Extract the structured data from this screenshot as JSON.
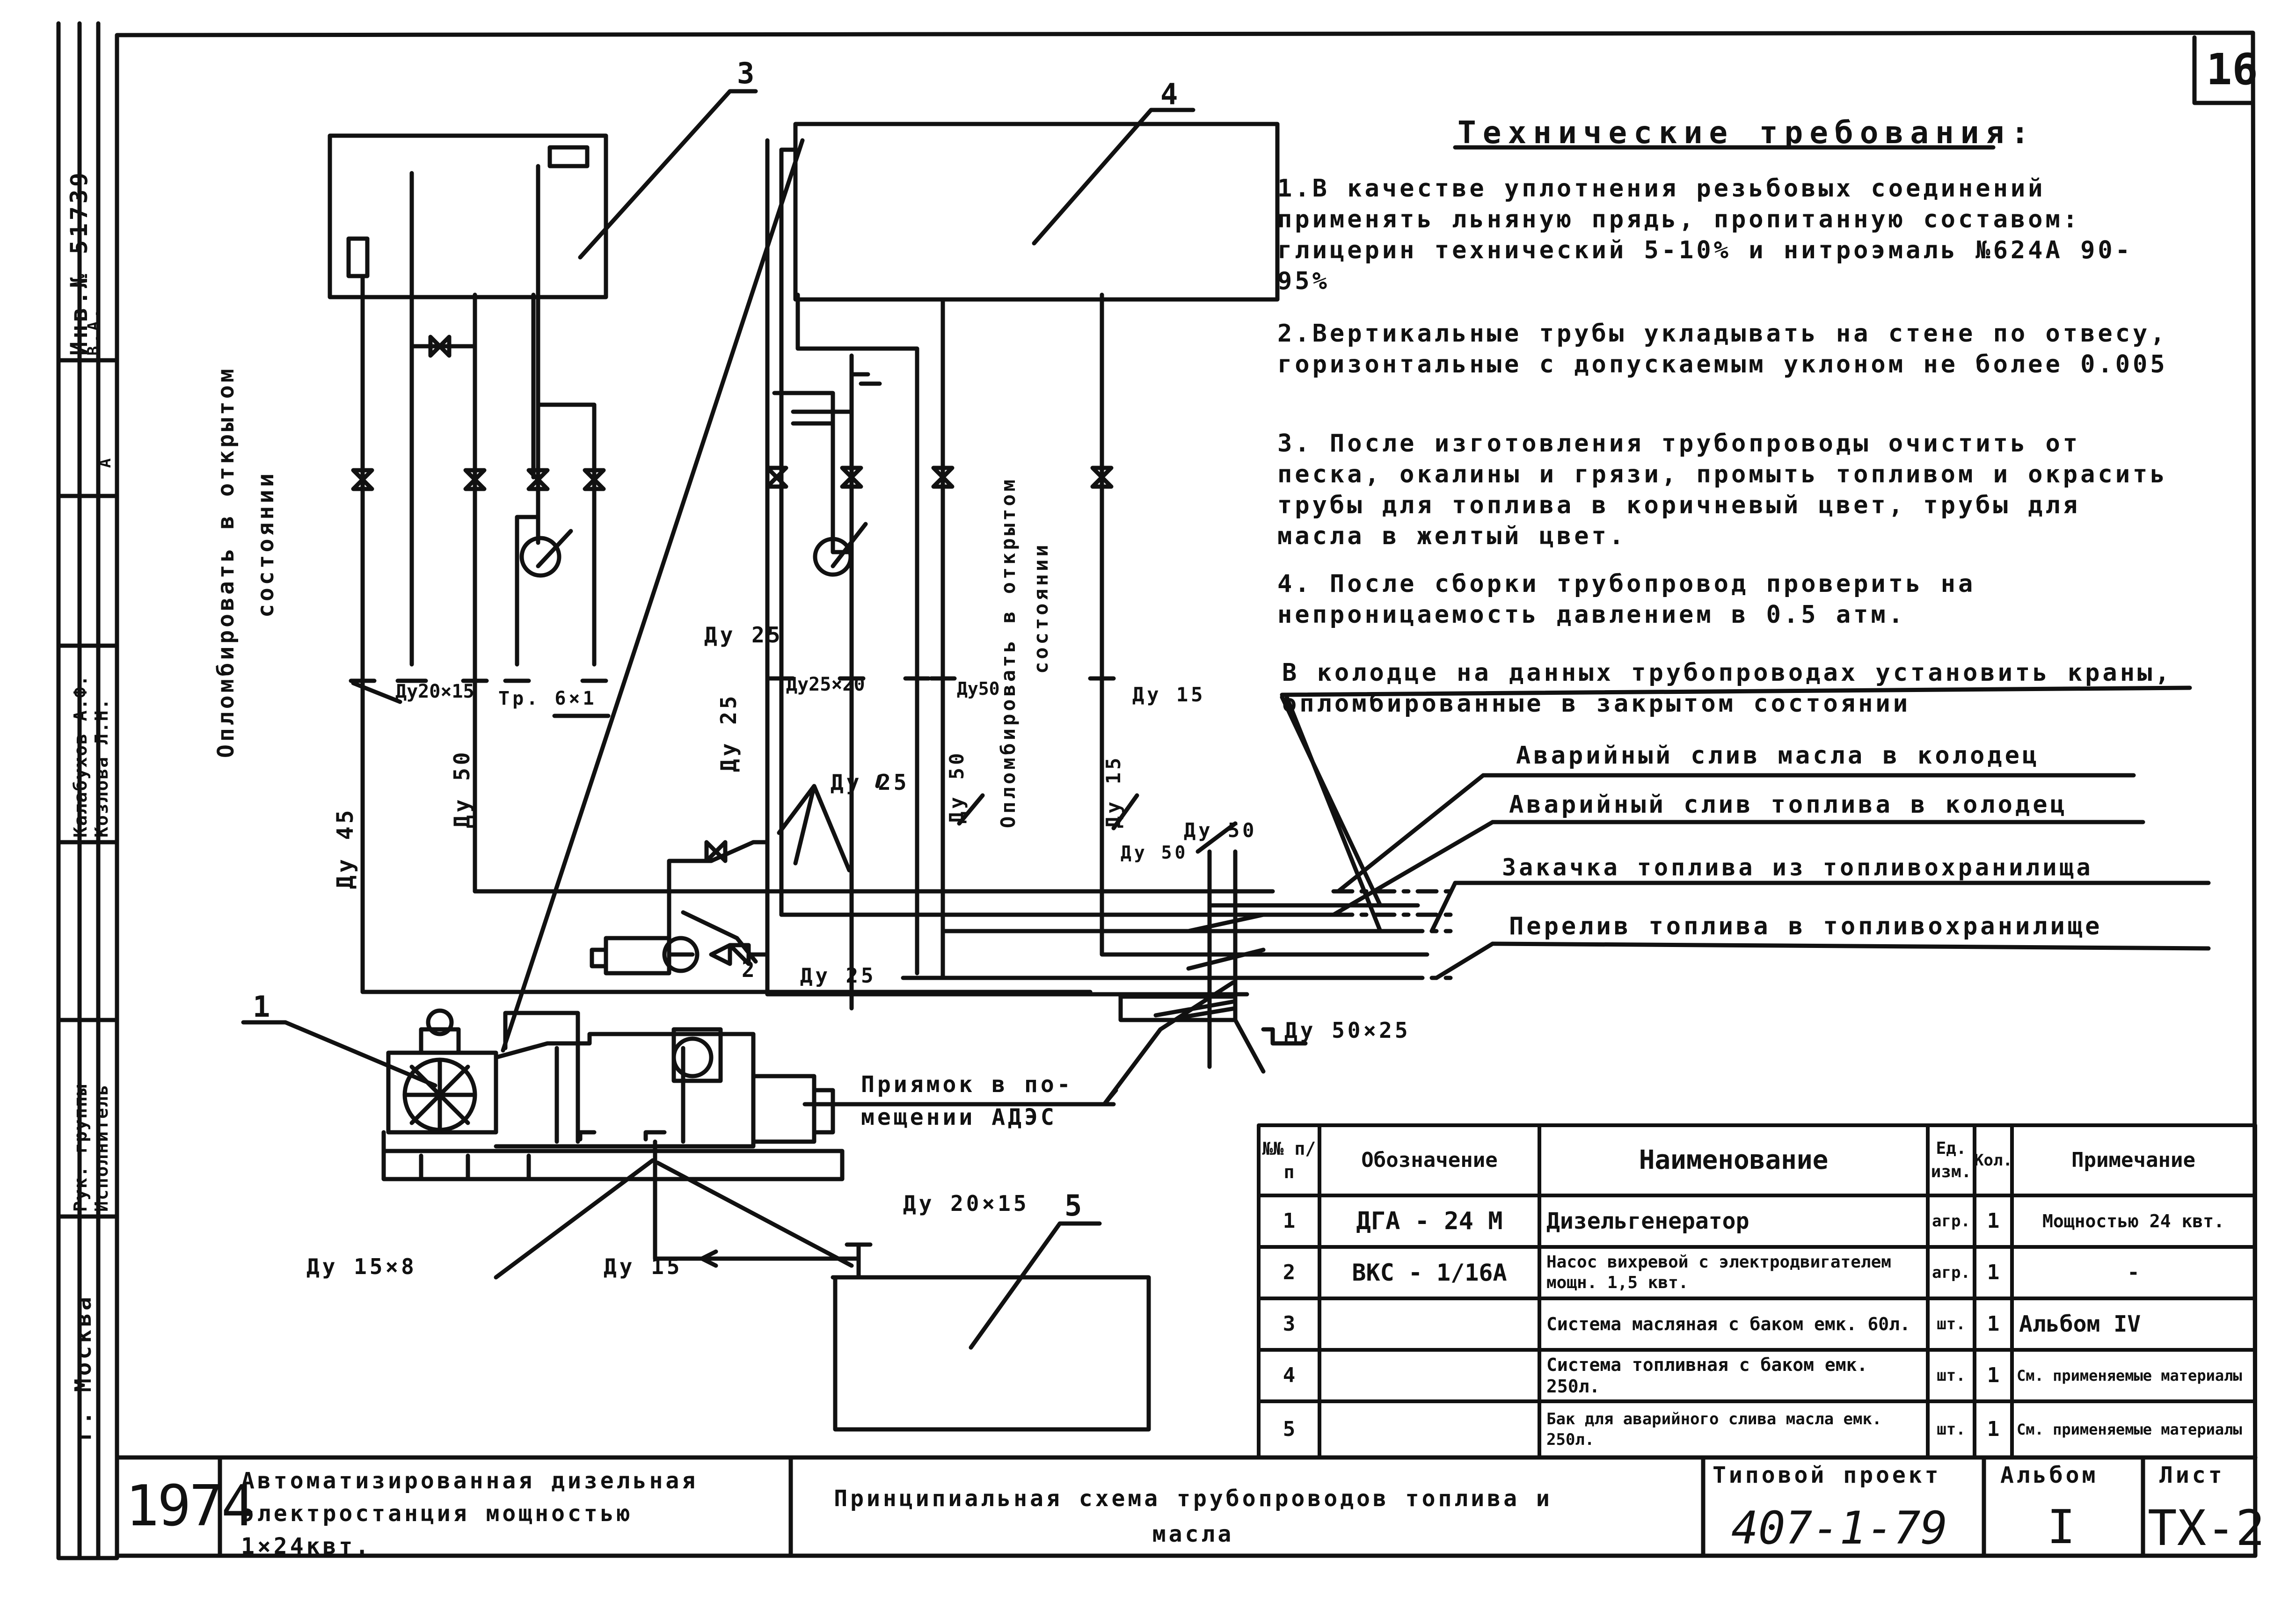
{
  "sheet_number": "16",
  "side_stamp": {
    "inv_label": "Инв.№ 51739",
    "marks": [
      "В.А.",
      "А"
    ],
    "roles": [
      "Рук. группы",
      "Исполнитель"
    ],
    "names": [
      "Калабухов А.Ф.",
      "Козлова Л.Н."
    ],
    "city": "г. Москва"
  },
  "requirements": {
    "heading": "Технические требования:",
    "items": [
      "1.В качестве уплотнения резьбовых соединений применять льняную прядь, пропитанную составом: глицерин технический 5-10% и нитроэмаль №624А 90-95%",
      "2.Вертикальные трубы укладывать на стене по отвесу, горизонтальные с допускаемым уклоном не более 0.005",
      "3. После изготовления трубопроводы очистить от песка, окалины и грязи, промыть топливом и окрасить трубы для топлива в коричневый цвет, трубы для масла в желтый цвет.",
      "4. После сборки трубопровод проверить на непроницаемость давлением в 0.5 атм."
    ],
    "note": "В колодце на данных трубопроводах установить краны, опломбированные в закрытом состоянии"
  },
  "diagram": {
    "callouts": [
      "3",
      "4",
      "1",
      "2",
      "5"
    ],
    "seal_note_left": [
      "Опломбировать в открытом",
      "состоянии"
    ],
    "seal_note_right": [
      "Опломбировать в открытом",
      "состоянии"
    ],
    "pipe_labels": {
      "du20x15_top": "Ду20×15",
      "tr6x1": "Тр. 6×1",
      "du50_left": "Ду 50",
      "du45": "Ду 45",
      "du25_a": "Ду 25",
      "du25_b": "Ду 25",
      "du25x20": "Ду25×20",
      "du50_mid": "Ду50",
      "du15_top": "Ду 15",
      "du50_vert": "Ду 50",
      "du15_vert": "Ду 15",
      "du25_valves": "Ду 25",
      "du25_pump": "Ду 25",
      "du50_a": "Ду 50",
      "du50_b": "Ду 50",
      "du50x25": "Ду 50×25",
      "du15x8": "Ду 15×8",
      "du15_bottom": "Ду 15",
      "du20x15_tank": "Ду 20×15"
    },
    "outlet_labels": [
      "Аварийный слив масла в колодец",
      "Аварийный слив топлива в колодец",
      "Закачка топлива из топливохранилища",
      "Перелив топлива в топливохранилище"
    ],
    "pit_label": [
      "Приямок в по-",
      "мещении АДЭС"
    ]
  },
  "spec_table": {
    "headers": [
      "№№ п/п",
      "Обозначение",
      "Наименование",
      "Ед. изм.",
      "Кол.",
      "Примечание"
    ],
    "rows": [
      [
        "1",
        "ДГА - 24 М",
        "Дизельгенератор",
        "агр.",
        "1",
        "Мощностью 24 квт."
      ],
      [
        "2",
        "ВКС - 1/16А",
        "Насос вихревой с электродвигателем мощн. 1,5 квт.",
        "агр.",
        "1",
        "-"
      ],
      [
        "3",
        "",
        "Система масляная с баком емк. 60л.",
        "шт.",
        "1",
        "Альбом IV"
      ],
      [
        "4",
        "",
        "Система топливная с баком емк. 250л.",
        "шт.",
        "1",
        "См. применяемые материалы"
      ],
      [
        "5",
        "",
        "Бак для аварийного слива масла емк. 250л.",
        "шт.",
        "1",
        "См. применяемые материалы"
      ]
    ]
  },
  "title_block": {
    "year": "1974",
    "project_name": "Автоматизированная дизельная электростанция мощностью 1×24квт.",
    "drawing_title": "Принципиальная схема трубопроводов топлива и масла",
    "typical_project_label": "Типовой проект",
    "typical_project_number": "407-1-79",
    "album_label": "Альбом",
    "album_value": "I",
    "sheet_label": "Лист",
    "sheet_value": "ТХ-2"
  }
}
